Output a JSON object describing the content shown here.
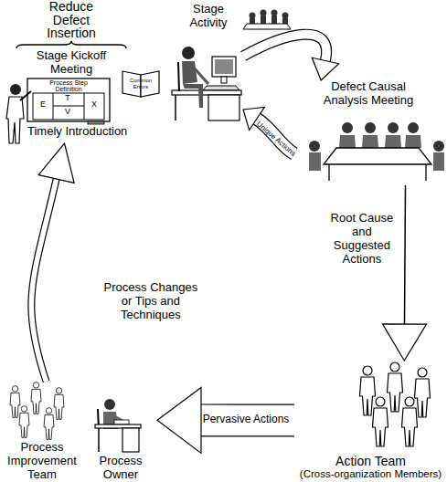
{
  "diagram": {
    "nodes": [
      {
        "text": [
          "Stage Kickoff Meeting"
        ]
      },
      {
        "text": [
          "Stage Activity"
        ]
      },
      {
        "text": [
          "Defect Causal Analysis Meeting"
        ]
      },
      {
        "text": [
          "Action Team",
          "(Cross-organization Members)"
        ]
      },
      {
        "text": [
          "Process Owner"
        ]
      },
      {
        "text": [
          "Process Improvement Team"
        ]
      }
    ],
    "edges": [
      {
        "from": 1,
        "to": 2,
        "arrow": "to"
      },
      {
        "from": 2,
        "to": 1,
        "label": "Unique Actions",
        "arrow": "to"
      },
      {
        "from": 2,
        "to": 3,
        "label": "Root Cause and Suggested Actions",
        "arrow": "to"
      },
      {
        "from": 3,
        "to": 4,
        "label": "Pervasive Actions",
        "arrow": "to"
      },
      {
        "from": 5,
        "to": 0,
        "label": "Process Changes or Tips and Techniques",
        "arrow": "to"
      }
    ],
    "labels": [
      "Reduce Defect Insertion",
      "Process Step Definition",
      "E",
      "T",
      "V",
      "X",
      "Common Errors",
      "Timely Introduction"
    ]
  }
}
